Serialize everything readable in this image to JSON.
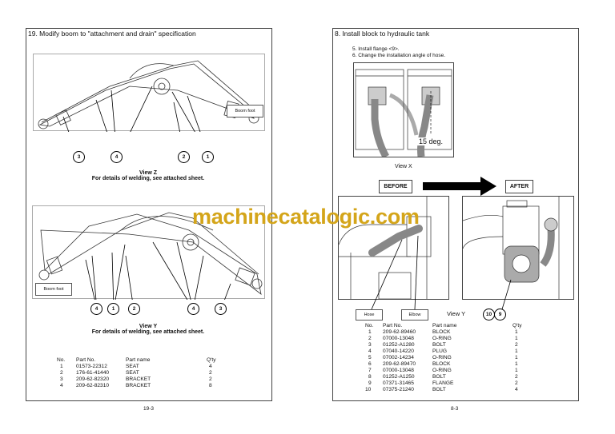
{
  "left_page": {
    "title": "19. Modify boom to \"attachment and drain\" specification",
    "fig_z": {
      "label_box": "Boom foot",
      "callouts": [
        "3",
        "4",
        "2",
        "1"
      ],
      "caption1": "View Z",
      "caption2": "For details of welding, see attached sheet."
    },
    "fig_y": {
      "label_box": "Boom foot",
      "callouts": [
        "4",
        "1",
        "2",
        "4",
        "3"
      ],
      "caption1": "View Y",
      "caption2": "For details of welding, see attached sheet."
    },
    "table": {
      "headers": [
        "No.",
        "Part No.",
        "Part name",
        "Q'ty"
      ],
      "rows": [
        [
          "1",
          "01573-22312",
          "SEAT",
          "4"
        ],
        [
          "2",
          "176-61-41440",
          "SEAT",
          "2"
        ],
        [
          "3",
          "209-62-82320",
          "BRACKET",
          "2"
        ],
        [
          "4",
          "209-62-82310",
          "BRACKET",
          "8"
        ]
      ]
    },
    "page_number": "19-3"
  },
  "right_page": {
    "title": "8. Install block to hydraulic tank",
    "steps": [
      "5. Install flange <9>.",
      "6. Change the installation angle of hose."
    ],
    "fig_x": {
      "angle_label": "15 deg.",
      "caption": "View X"
    },
    "before_label": "BEFORE",
    "after_label": "AFTER",
    "labels": {
      "hose": "Hose",
      "elbow": "Elbow",
      "view": "View Y"
    },
    "callouts": [
      "10",
      "9"
    ],
    "table": {
      "headers": [
        "No.",
        "Part No.",
        "Part name",
        "Q'ty"
      ],
      "rows": [
        [
          "1",
          "209-62-89460",
          "BLOCK",
          "1"
        ],
        [
          "2",
          "07000-13048",
          "O-RING",
          "1"
        ],
        [
          "3",
          "01252-A1280",
          "BOLT",
          "2"
        ],
        [
          "4",
          "07040-14220",
          "PLUG",
          "1"
        ],
        [
          "5",
          "07002-14234",
          "O-RING",
          "1"
        ],
        [
          "6",
          "209-62-89470",
          "BLOCK",
          "1"
        ],
        [
          "7",
          "07000-13048",
          "O-RING",
          "1"
        ],
        [
          "8",
          "01252-A1250",
          "BOLT",
          "2"
        ],
        [
          "9",
          "07371-31465",
          "FLANGE",
          "2"
        ],
        [
          "10",
          "07375-21240",
          "BOLT",
          "4"
        ]
      ]
    },
    "page_number": "8-3"
  },
  "watermark": "machinecatalogic.com",
  "colors": {
    "watermark": "#d4a51a",
    "hose_gray": "#999999"
  }
}
